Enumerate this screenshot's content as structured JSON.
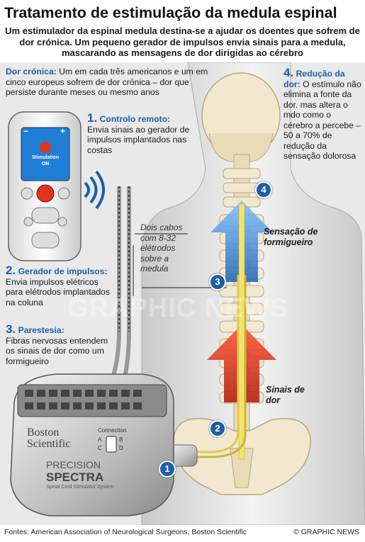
{
  "title": "Tratamento de estimulação da medula espinal",
  "subtitle": "Um estimulador da espinal medula destina-se a ajudar os doentes que sofrem de dor crónica. Um pequeno gerador de impulsos envia sinais para a medula, mascarando as mensagens de dor dirigidas ao cérebro",
  "chronic_pain": {
    "heading": "Dor crónica:",
    "text": " Um em cada três americanos e um em cinco europeus sofrem de dor crónica – dor que persiste durante meses ou mesmo anos"
  },
  "steps": [
    {
      "num": "1.",
      "heading": "Controlo remoto:",
      "text": "Envia sinais ao gerador de impulsos implantados nas costas"
    },
    {
      "num": "2.",
      "heading": "Gerador de impulsos:",
      "text": "Envia impulsos elétricos para elétrodos implantados na coluna"
    },
    {
      "num": "3.",
      "heading": "Parestesia:",
      "text": "Fibras nervosas entendem os sinais de dor como um formigueiro"
    },
    {
      "num": "4.",
      "heading": "Redução da dor:",
      "text": "O estímulo não elimina a fonte da dor. mas altera o mdo como o cérebro a percebe – 50 a 70% de redução da sensação dolorosa"
    }
  ],
  "remote": {
    "screen_line1": "Stimulation",
    "screen_line2": "ON",
    "minus": "−",
    "plus": "+"
  },
  "cables_label": "Dois cabos com 8-32 elétrodos sobre a medula",
  "tingling_label": "Sensação de formigueiro",
  "pain_label": "Sinais de dor",
  "generator": {
    "brand": "Boston Scientific",
    "model_line1": "PRECISION",
    "model_line2": "SPECTRA",
    "model_line3": "Spinal Cord Stimulator System",
    "connection": "Connection",
    "ports": [
      "A",
      "B",
      "C",
      "D"
    ]
  },
  "badges": [
    "1",
    "2",
    "3",
    "4"
  ],
  "watermark": "GRAPHIC NEWS",
  "footer": {
    "sources": "Fontes: American Association of Neurological Surgeons, Boston Scientific",
    "credit": "© GRAPHIC NEWS"
  },
  "colors": {
    "accent_blue": "#1d5fa8",
    "tingle_blue": "#3a8fe0",
    "pain_red": "#e0341c",
    "bone": "#efe6cc",
    "panel_grey": "#e9e9e9"
  }
}
